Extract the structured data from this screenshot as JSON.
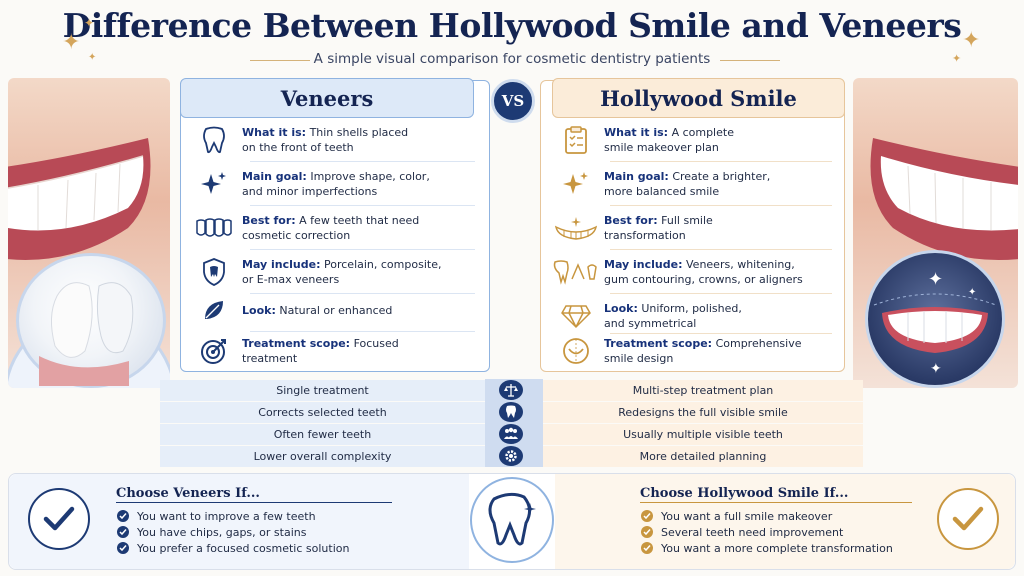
{
  "header": {
    "title": "Difference Between Hollywood Smile and Veneers",
    "subtitle": "A simple visual comparison for cosmetic dentistry patients"
  },
  "vs_label": "VS",
  "veneers": {
    "title": "Veneers",
    "rows": [
      {
        "icon": "tooth-icon",
        "label": "What it is:",
        "text1": "Thin shells placed",
        "text2": "on the front of teeth"
      },
      {
        "icon": "sparkle-icon",
        "label": "Main goal:",
        "text1": "Improve shape, color,",
        "text2": "and minor imperfections"
      },
      {
        "icon": "teeth-row-icon",
        "label": "Best for:",
        "text1": "A few teeth that need",
        "text2": "cosmetic correction"
      },
      {
        "icon": "shield-tooth-icon",
        "label": "May include:",
        "text1": "Porcelain, composite,",
        "text2": "or E-max veneers"
      },
      {
        "icon": "leaf-icon",
        "label": "Look:",
        "text1": "Natural or enhanced",
        "text2": ""
      },
      {
        "icon": "target-icon",
        "label": "Treatment scope:",
        "text1": "Focused",
        "text2": "treatment"
      }
    ]
  },
  "hollywood": {
    "title": "Hollywood Smile",
    "rows": [
      {
        "icon": "clipboard-icon",
        "label": "What it is:",
        "text1": "A complete",
        "text2": "smile makeover plan"
      },
      {
        "icon": "sparkle-icon",
        "label": "Main goal:",
        "text1": "Create a brighter,",
        "text2": "more balanced smile"
      },
      {
        "icon": "smile-teeth-icon",
        "label": "Best for:",
        "text1": "Full smile",
        "text2": "transformation"
      },
      {
        "icon": "tooth-tools-icon",
        "label": "May include:",
        "text1": "Veneers, whitening,",
        "text2": "gum contouring, crowns, or aligners"
      },
      {
        "icon": "diamond-icon",
        "label": "Look:",
        "text1": "Uniform, polished,",
        "text2": "and symmetrical"
      },
      {
        "icon": "smile-design-icon",
        "label": "Treatment scope:",
        "text1": "Comprehensive",
        "text2": "smile design"
      }
    ]
  },
  "comparison": [
    {
      "left": "Single treatment",
      "icon": "scale-icon",
      "right": "Multi-step treatment plan"
    },
    {
      "left": "Corrects selected teeth",
      "icon": "tooth-icon",
      "right": "Redesigns the full visible smile"
    },
    {
      "left": "Often fewer teeth",
      "icon": "people-icon",
      "right": "Usually multiple visible teeth"
    },
    {
      "left": "Lower overall complexity",
      "icon": "gear-icon",
      "right": "More detailed planning"
    }
  ],
  "choose_veneers": {
    "title": "Choose Veneers If...",
    "items": [
      "You want to improve a few teeth",
      "You have chips, gaps, or stains",
      "You prefer a focused cosmetic solution"
    ]
  },
  "choose_hollywood": {
    "title": "Choose Hollywood Smile If...",
    "items": [
      "You want a full smile makeover",
      "Several teeth need improvement",
      "You want a more complete transformation"
    ]
  },
  "colors": {
    "navy": "#142452",
    "blue_accent": "#8fb3e0",
    "gold_accent": "#d4a55c"
  }
}
